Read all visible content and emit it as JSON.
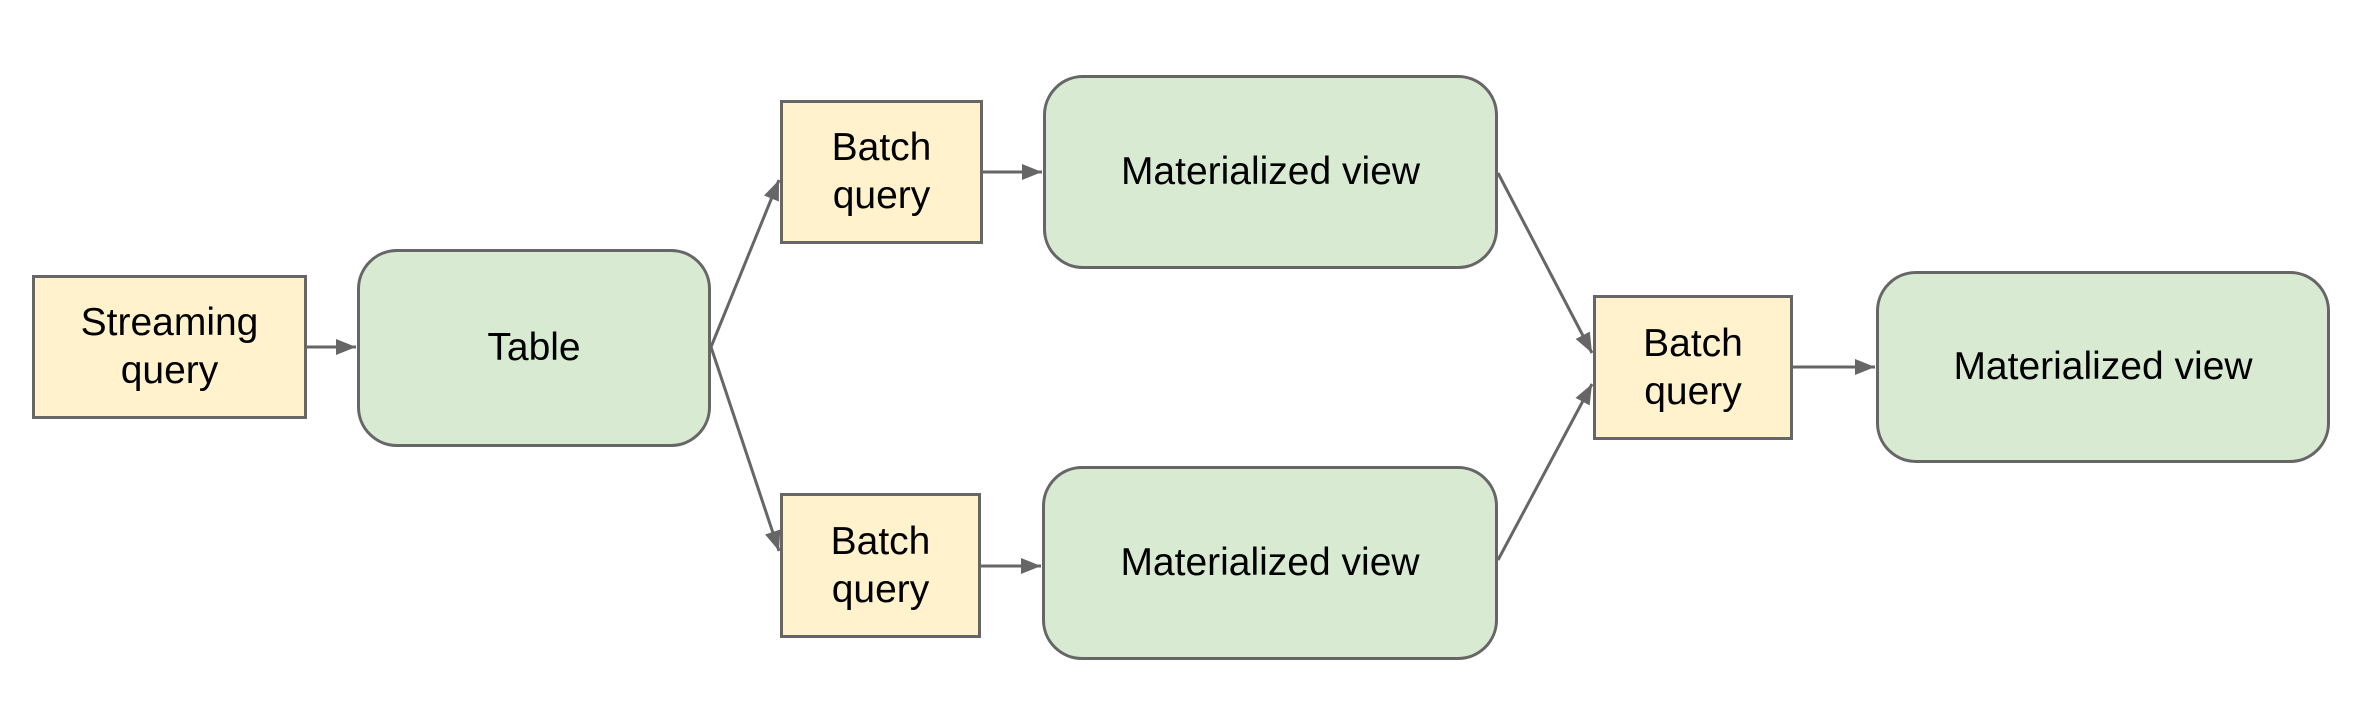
{
  "diagram": {
    "nodes": {
      "streaming_query": {
        "label": "Streaming query",
        "kind": "query"
      },
      "table": {
        "label": "Table",
        "kind": "table"
      },
      "batch_query_top": {
        "label": "Batch query",
        "kind": "query"
      },
      "materialized_view_top": {
        "label": "Materialized view",
        "kind": "materialized-view"
      },
      "batch_query_bottom": {
        "label": "Batch query",
        "kind": "query"
      },
      "materialized_view_bottom": {
        "label": "Materialized view",
        "kind": "materialized-view"
      },
      "batch_query_right": {
        "label": "Batch query",
        "kind": "query"
      },
      "materialized_view_right": {
        "label": "Materialized view",
        "kind": "materialized-view"
      }
    },
    "edges": [
      {
        "from": "streaming_query",
        "to": "table"
      },
      {
        "from": "table",
        "to": "batch_query_top"
      },
      {
        "from": "table",
        "to": "batch_query_bottom"
      },
      {
        "from": "batch_query_top",
        "to": "materialized_view_top"
      },
      {
        "from": "batch_query_bottom",
        "to": "materialized_view_bottom"
      },
      {
        "from": "materialized_view_top",
        "to": "batch_query_right"
      },
      {
        "from": "materialized_view_bottom",
        "to": "batch_query_right"
      },
      {
        "from": "batch_query_right",
        "to": "materialized_view_right"
      }
    ]
  },
  "colors": {
    "bg": "#ffffff",
    "query_fill": "#FFF2CC",
    "entity_fill": "#D9EAD3",
    "stroke": "#666666",
    "text": "#000000"
  }
}
